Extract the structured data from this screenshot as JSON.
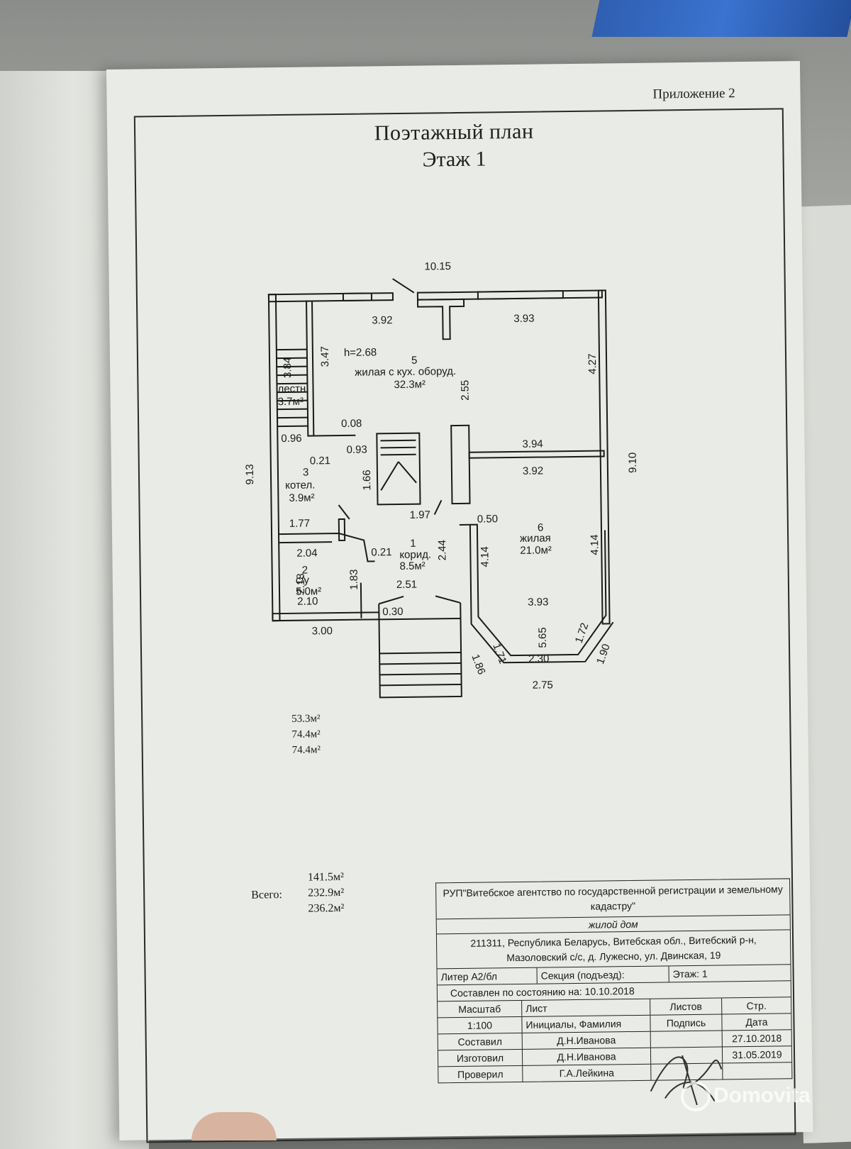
{
  "appendix": "Приложение 2",
  "title": "Поэтажный план",
  "subtitle": "Этаж 1",
  "plan": {
    "dimensions": [
      "10.15",
      "3.92",
      "3.93",
      "3.47",
      "4.27",
      "2.55",
      "0.08",
      "0.93",
      "3.94",
      "3.92",
      "9.10",
      "9.13",
      "0.96",
      "0.21",
      "1.66",
      "1.97",
      "0.50",
      "4.14",
      "4.14",
      "2.44",
      "1.77",
      "2.04",
      "0.21",
      "2.18",
      "1.83",
      "2.51",
      "2.10",
      "0.30",
      "3.00",
      "3.93",
      "5.65",
      "1.71",
      "1.72",
      "1.86",
      "2.30",
      "1.90",
      "2.75",
      "3.84"
    ],
    "rooms": {
      "r5": {
        "height": "h=2.68",
        "num": "5",
        "name": "жилая с кух. оборуд.",
        "area": "32.3м²"
      },
      "stairs": {
        "name": "лестн.",
        "area": "3.7м²"
      },
      "r3": {
        "num": "3",
        "name": "котел.",
        "area": "3.9м²"
      },
      "r1": {
        "num": "1",
        "name": "корид.",
        "area": "8.5м²"
      },
      "r2": {
        "num": "2",
        "name": "с/у",
        "area": "5.0м²"
      },
      "r6": {
        "num": "6",
        "name": "жилая",
        "area": "21.0м²"
      }
    }
  },
  "floor_areas": [
    "53.3м²",
    "74.4м²",
    "74.4м²"
  ],
  "totals": {
    "label": "Всего:",
    "values": [
      "141.5м²",
      "232.9м²",
      "236.2м²"
    ]
  },
  "stamp": {
    "org": "РУП\"Витебское агентство по государственной регистрации и земельному кадастру\"",
    "object": "жилой дом",
    "address": "211311, Республика Беларусь, Витебская обл., Витебский р-н, Мазоловский с/с, д. Лужесно, ул. Двинская, 19",
    "liter": "Литер А2/бл",
    "section": "Секция (подъезд):",
    "floor": "Этаж: 1",
    "compiled_state": "Составлен по состоянию на: 10.10.2018",
    "headers": [
      "Масштаб",
      "Лист",
      "Листов",
      "Стр."
    ],
    "subheaders": [
      "1:100",
      "Инициалы, Фамилия",
      "Подпись",
      "Дата"
    ],
    "rows": [
      {
        "role": "Составил",
        "name": "Д.Н.Иванова",
        "date": "27.10.2018"
      },
      {
        "role": "Изготовил",
        "name": "Д.Н.Иванова",
        "date": "31.05.2019"
      },
      {
        "role": "Проверил",
        "name": "Г.А.Лейкина",
        "date": ""
      }
    ]
  },
  "watermark": "Domovita"
}
